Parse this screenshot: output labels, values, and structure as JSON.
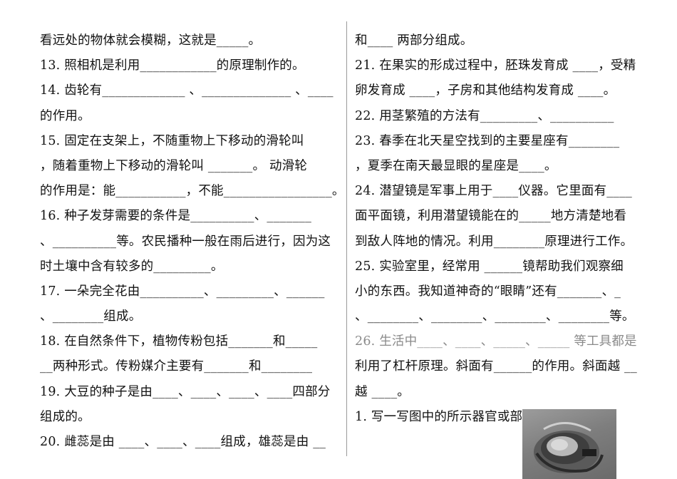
{
  "left_lines": [
    "看远处的物体就会模糊，这就是_____。",
    "13.  照相机是利用____________的原理制作的。",
    "14.  齿轮有_____________ 、______________ 、____",
    "的作用。",
    "15.  固定在支架上，不随重物上下移动的滑轮叫",
    "，随着重物上下移动的滑轮叫  _______。 动滑轮",
    "的作用是：能___________，不能_________________。",
    "16.  种子发芽需要的条件是__________、_______",
    "、__________等。农民播种一般在雨后进行，因为这",
    "时土壤中含有较多的_________。",
    "17.  一朵完全花由__________、_________、______",
    "、________组成。",
    "18.  在自然条件下，植物传粉包括_______和_____",
    "__两种形式。传粉媒介主要有_______和________",
    "19.  大豆的种子是由____、____、____、____四部分",
    "组成的。",
    "20.  雌蕊是由 ____、____、____组成，雄蕊是由 __"
  ],
  "right_lines": [
    "和____  两部分组成。",
    "21.  在果实的形成过程中，胚珠发育成  ____，受精",
    "卵发育成  ____，子房和其他结构发育成  ____。",
    "22.  用茎繁殖的方法有_________、__________",
    "23.  春季在北天星空找到的主要星座有________",
    "，夏季在南天最显眼的星座是____。",
    "24.  潜望镜是军事上用于____仪器。它里面有____",
    "面平面镜，利用潜望镜能在的_____地方清楚地看",
    "到敌人阵地的情况。利用________原理进行工作。",
    "25.  实验室里，经常用  ______镜帮助我们观察细",
    "小的东西。我知道神奇的“眼睛”还有_______、_",
    "、________、________、________、________等。",
    "26.  生活中____、____、_____、_____  等工具都是",
    "利用了杠杆原理。斜面有______的作用。斜面越  __",
    "越  ____。",
    "1. 写一写图中的所示器官或部分的名称。"
  ]
}
